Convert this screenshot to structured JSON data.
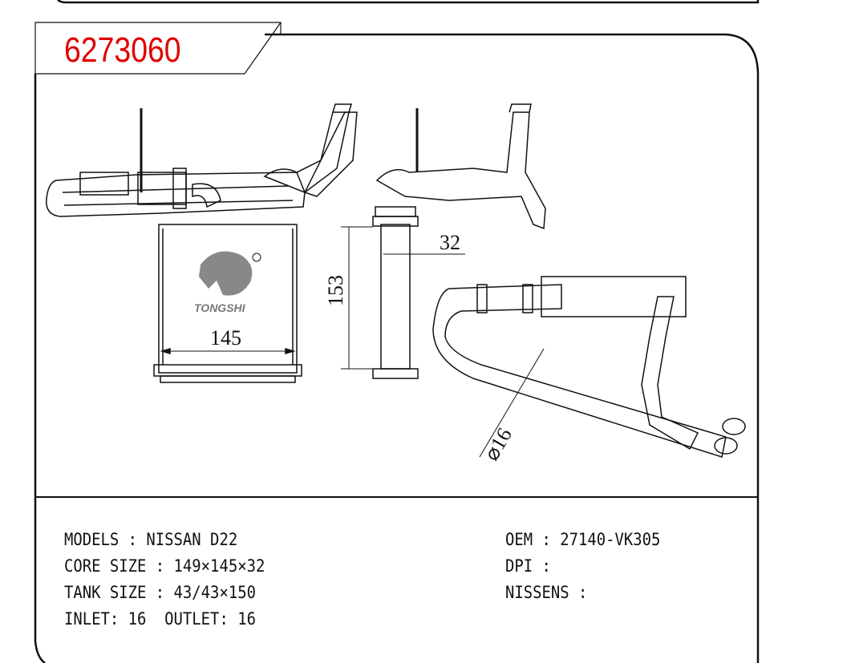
{
  "part_number": "6273060",
  "brand_logo": "TONGSHI",
  "dimensions": {
    "width": "145",
    "height": "153",
    "depth": "32",
    "pipe_diameter": "⌀16"
  },
  "specs_left": [
    "MODELS : NISSAN D22",
    "CORE SIZE : 149×145×32",
    "TANK SIZE : 43/43×150",
    "INLET: 16  OUTLET: 16"
  ],
  "specs_right": [
    "OEM : 27140-VK305",
    "DPI :",
    "NISSENS :"
  ],
  "colors": {
    "part_number": "#e00000",
    "line": "#111111"
  }
}
